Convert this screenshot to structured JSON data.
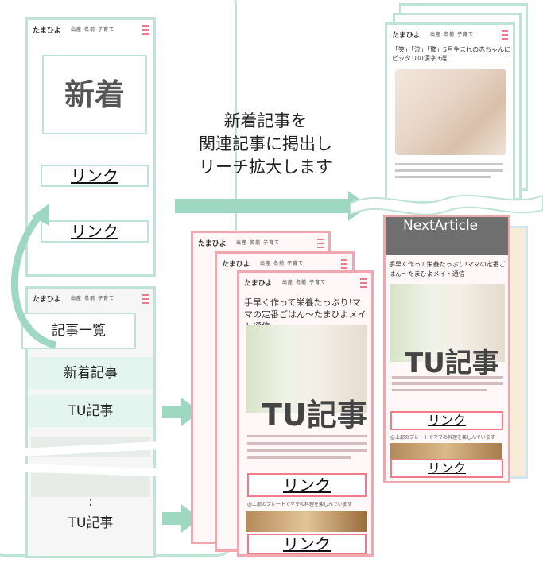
{
  "left_phone": {
    "logo": "たまひよ",
    "nav": "出産  名前  子育て",
    "new_label": "新着",
    "link1": "リンク",
    "link2": "リンク"
  },
  "list_phone": {
    "logo": "たまひよ",
    "nav": "出産  名前  子育て",
    "header_label": "記事一覧",
    "row1": "新着記事",
    "row2": "TU記事",
    "row3_dots": ":",
    "row3": "TU記事"
  },
  "center_caption": {
    "line1": "新着記事を",
    "line2": "関連記事に掲出し",
    "line3": "リーチ拡大します"
  },
  "right_stack": {
    "logo": "たまひよ",
    "nav": "出産  名前  子育て",
    "article_title": "「笑」「泣」「驚」5月生まれの赤ちゃんにピッタリの漢字3選",
    "next_article": "NextArticle"
  },
  "tu_stack": {
    "logo": "たまひよ",
    "nav": "出産  名前  子育て",
    "title": "手早く作って栄養たっぷり!ママの定番ごはん〜たまひよメイト通信",
    "tu_label": "TU記事",
    "link": "リンク",
    "caption": "@上部のプレートでママの料理を楽しんでいます"
  },
  "right_tu_card": {
    "title": "手早く作って栄養たっぷり!ママの定番ごはん〜たまひよメイト通信",
    "tu_label": "TU記事",
    "link": "リンク",
    "link2": "リンク",
    "caption": "@上部のプレートでママの料理を楽しんでいます"
  }
}
